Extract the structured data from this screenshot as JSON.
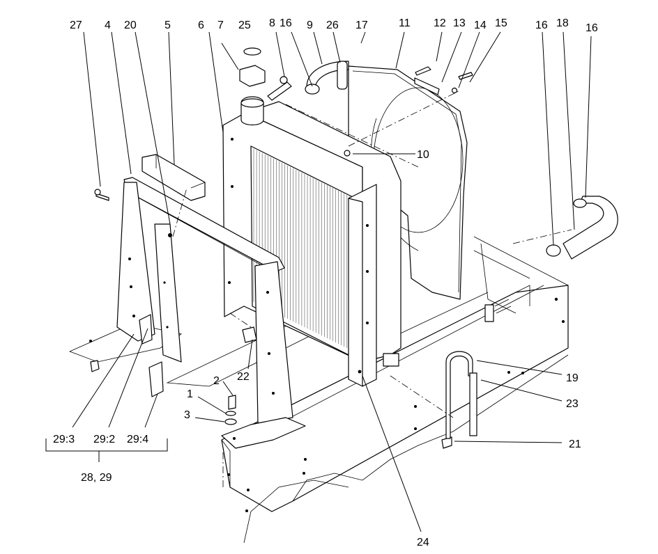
{
  "diagram": {
    "type": "exploded-parts-view",
    "callouts": [
      {
        "id": "c27",
        "label": "27"
      },
      {
        "id": "c4",
        "label": "4"
      },
      {
        "id": "c20",
        "label": "20"
      },
      {
        "id": "c5",
        "label": "5"
      },
      {
        "id": "c6",
        "label": "6"
      },
      {
        "id": "c7",
        "label": "7"
      },
      {
        "id": "c25",
        "label": "25"
      },
      {
        "id": "c8",
        "label": "8"
      },
      {
        "id": "c16a",
        "label": "16"
      },
      {
        "id": "c9",
        "label": "9"
      },
      {
        "id": "c26",
        "label": "26"
      },
      {
        "id": "c17",
        "label": "17"
      },
      {
        "id": "c11",
        "label": "11"
      },
      {
        "id": "c12",
        "label": "12"
      },
      {
        "id": "c13",
        "label": "13"
      },
      {
        "id": "c14",
        "label": "14"
      },
      {
        "id": "c15",
        "label": "15"
      },
      {
        "id": "c16b",
        "label": "16"
      },
      {
        "id": "c18",
        "label": "18"
      },
      {
        "id": "c16c",
        "label": "16"
      },
      {
        "id": "c10",
        "label": "10"
      },
      {
        "id": "c19",
        "label": "19"
      },
      {
        "id": "c23",
        "label": "23"
      },
      {
        "id": "c21",
        "label": "21"
      },
      {
        "id": "c22",
        "label": "22"
      },
      {
        "id": "c2",
        "label": "2"
      },
      {
        "id": "c1",
        "label": "1"
      },
      {
        "id": "c3",
        "label": "3"
      },
      {
        "id": "c29_3",
        "label": "29:3"
      },
      {
        "id": "c29_2",
        "label": "29:2"
      },
      {
        "id": "c29_4",
        "label": "29:4"
      },
      {
        "id": "c28_29",
        "label": "28, 29"
      },
      {
        "id": "c24",
        "label": "24"
      }
    ]
  }
}
